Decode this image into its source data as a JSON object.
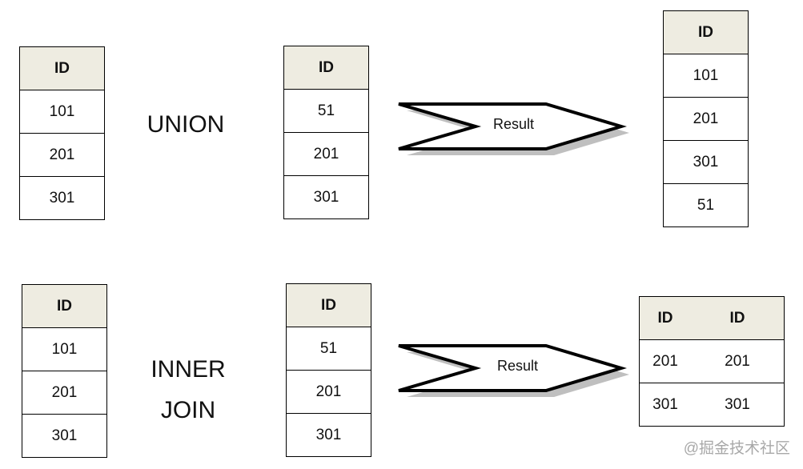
{
  "union": {
    "operator": "UNION",
    "left": {
      "header": "ID",
      "rows": [
        "101",
        "201",
        "301"
      ]
    },
    "right": {
      "header": "ID",
      "rows": [
        "51",
        "201",
        "301"
      ]
    },
    "arrow_label": "Result",
    "result": {
      "header": "ID",
      "rows": [
        "101",
        "201",
        "301",
        "51"
      ]
    }
  },
  "inner_join": {
    "operator_line1": "INNER",
    "operator_line2": "JOIN",
    "left": {
      "header": "ID",
      "rows": [
        "101",
        "201",
        "301"
      ]
    },
    "right": {
      "header": "ID",
      "rows": [
        "51",
        "201",
        "301"
      ]
    },
    "arrow_label": "Result",
    "result": {
      "headers": [
        "ID",
        "ID"
      ],
      "rows": [
        [
          "201",
          "201"
        ],
        [
          "301",
          "301"
        ]
      ]
    }
  },
  "watermark": "@掘金技术社区",
  "colors": {
    "header_fill": "#eeece1",
    "border": "#000000",
    "shadow": "#bfbfbf",
    "watermark": "#a8a8a8"
  }
}
